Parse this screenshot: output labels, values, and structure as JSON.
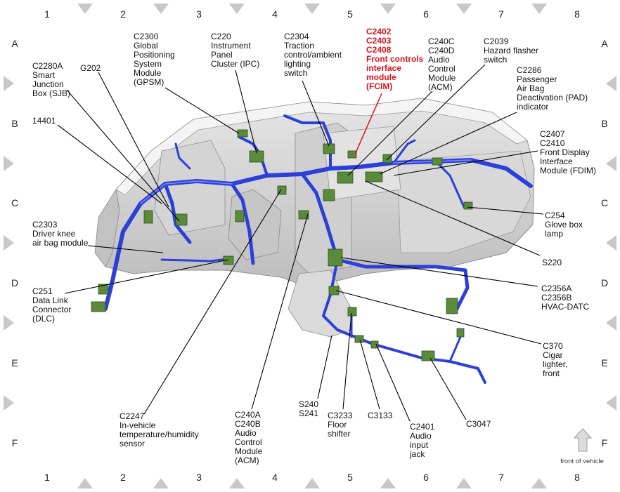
{
  "grid": {
    "columns": [
      "1",
      "2",
      "3",
      "4",
      "5",
      "6",
      "7",
      "8"
    ],
    "rows": [
      "A",
      "B",
      "C",
      "D",
      "E",
      "F"
    ]
  },
  "callouts": {
    "c2300": [
      "C2300",
      "Global",
      "Positioning",
      "System",
      "Module",
      "(GPSM)"
    ],
    "c220": [
      "C220",
      "Instrument",
      "Panel",
      "Cluster (IPC)"
    ],
    "c2304": [
      "C2304",
      "Traction",
      "control/ambient",
      "lighting",
      "switch"
    ],
    "fcim": [
      "C2402",
      "C2403",
      "C2408",
      "Front controls",
      "interface",
      "module",
      "(FCIM)"
    ],
    "c240c": [
      "C240C",
      "C240D",
      "Audio",
      "Control",
      "Module",
      "(ACM)"
    ],
    "c2039": [
      "C2039",
      "Hazard flasher",
      "switch"
    ],
    "c2286": [
      "C2286",
      "Passenger",
      "Air Bag",
      "Deactivation (PAD)",
      "indicator"
    ],
    "c2407": [
      "C2407",
      "C2410",
      "Front Display",
      "Interface",
      "Module (FDIM)"
    ],
    "c254": [
      "C254",
      "Glove box",
      "lamp"
    ],
    "s220": [
      "S220"
    ],
    "c2356": [
      "C2356A",
      "C2356B",
      "HVAC-DATC"
    ],
    "c370": [
      "C370",
      "Cigar",
      "lighter,",
      "front"
    ],
    "c3047": [
      "C3047"
    ],
    "c2401": [
      "C2401",
      "Audio",
      "input",
      "jack"
    ],
    "c3133": [
      "C3133"
    ],
    "c3233": [
      "C3233",
      "Floor",
      "shifter"
    ],
    "s240": [
      "S240",
      "S241"
    ],
    "c240a": [
      "C240A",
      "C240B",
      "Audio",
      "Control",
      "Module",
      "(ACM)"
    ],
    "c2247": [
      "C2247",
      "In-vehicle",
      "temperature/humidity",
      "sensor"
    ],
    "c251": [
      "C251",
      "Data Link",
      "Connector",
      "(DLC)"
    ],
    "c2303": [
      "C2303",
      "Driver knee",
      "air bag module"
    ],
    "n14401": [
      "14401"
    ],
    "c2280a": [
      "C2280A",
      "Smart",
      "Junction",
      "Box (SJB)"
    ],
    "g202": [
      "G202"
    ]
  },
  "front_of_vehicle": "front of vehicle",
  "colors": {
    "harness": "#2c3fd8",
    "connector": "#5a8a3a",
    "highlight": "#e0101a",
    "grid_marker": "#c8c8c8"
  }
}
